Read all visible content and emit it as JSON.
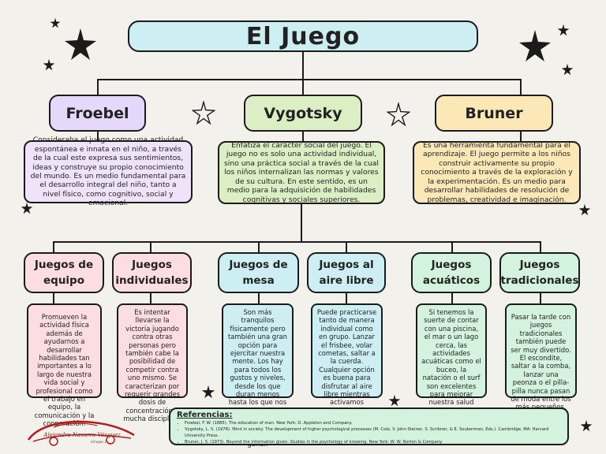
{
  "title": "El Juego",
  "authors": [
    {
      "name": "Froebel",
      "color": "#e5d9fb",
      "desc_color": "#efe2fa",
      "desc": "Consideraba el juego como una actividad espontánea e innata en el niño, a través de la cual este expresa sus sentimientos, ideas y construye su propio conocimiento del mundo. Es un medio fundamental para el desarrollo integral del niño, tanto a nivel físico, como cognitivo, social y emocional."
    },
    {
      "name": "Vygotsky",
      "color": "#dcefc4",
      "desc_color": "#dcefc4",
      "desc": "Enfatiza el carácter social del juego. El juego no es solo una actividad individual, sino una práctica social a través de la cual los niños internalizan las normas y valores de su cultura. En este sentido, es un medio para la adquisición de habilidades cognitivas y sociales superiores."
    },
    {
      "name": "Bruner",
      "color": "#fce7b6",
      "desc_color": "#fce7b6",
      "desc": "Es una herramienta fundamental para el aprendizaje. El juego permite a los niños construir activamente su propio conocimiento a través de la exploración y la experimentación. Es un medio para desarrollar habilidades de resolución de problemas, creatividad e imaginación."
    }
  ],
  "types": [
    {
      "name": "Juegos de equipo",
      "color": "#fcdde1",
      "desc": "Promueven la actividad física además de ayudarnos a desarrollar habilidades tan importantes a lo largo de nuestra vida social y profesional como el trabajo en equipo, la comunicación y la cooperación."
    },
    {
      "name": "Juegos individuales",
      "color": "#fcdde1",
      "desc": "Es intentar llevarse la victoria jugando contra otras personas pero también cabe la posibilidad de competir contra uno mismo. Se caracterizan por requerir grandes dosis de concentración y mucha disciplina."
    },
    {
      "name": "Juegos de mesa",
      "color": "#cdeef2",
      "desc": "Son más tranquilos físicamente pero también una gran opción para ejercitar nuestra mente. Los hay para todos los gustos y niveles, desde los que duran menos hasta los que nos hacen pasar horas planteando distintas estrategias para ganar."
    },
    {
      "name": "Juegos al aire libre",
      "color": "#cdeef2",
      "desc": "Puede practicarse tanto de manera individual como en grupo. Lanzar el frisbee, volar cometas, saltar a la cuerda. Cualquier opción es buena para disfrutar al aire libre mientras activamos nuestros músculos."
    },
    {
      "name": "Juegos acuáticos",
      "color": "#d4f3df",
      "desc": "Si tenemos la suerte de contar con una piscina, el mar o un lago cerca, las actividades acuáticas como el buceo, la natación o el surf son excelentes para mejorar nuestra salud cardiovascular o aumentar la resistencia física."
    },
    {
      "name": "Juegos tradicionales",
      "color": "#d4f3df",
      "desc": "Pasar la tarde con juegos tradicionales también puede ser muy divertido. El escondite, saltar a la comba, lanzar una peonza o el pilla-pilla nunca pasan de moda entre los más pequeños."
    }
  ],
  "references": {
    "title": "Referencias:",
    "items": [
      "Froebel, F. W. (1885). The education of man. New York: D. Appleton and Company.",
      "Vygotsky, L. S. (1978). Mind in society: The development of higher psychological processes (M. Cole, V. John-Steiner, S. Scribner, & E. Souberman, Eds.). Cambridge, MA: Harvard University Press.",
      "Bruner, J. S. (1973). Beyond the information given: Studies in the psychology of knowing. New York: W. W. Norton & Company."
    ]
  },
  "signature": {
    "name": "Alejandra Navarro Vázquez",
    "group": "Grupo 1"
  },
  "colors": {
    "line": "#1b1b1b",
    "logo": "#b11e1e"
  }
}
